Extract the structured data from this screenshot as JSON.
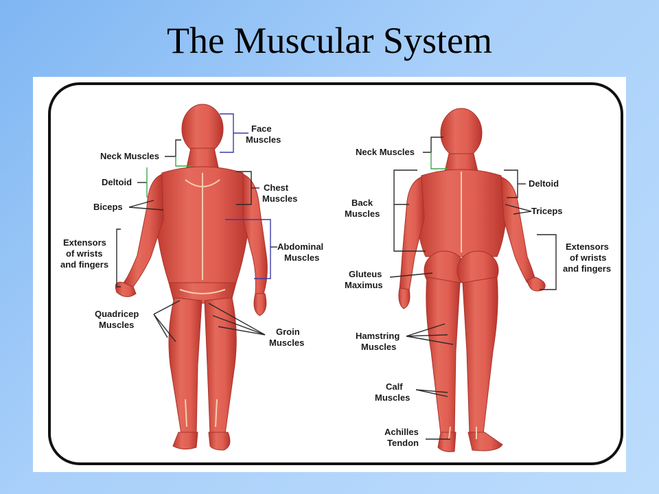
{
  "slide": {
    "title": "The Muscular System"
  },
  "front_labels": {
    "face_1": "Face",
    "face_2": "Muscles",
    "neck": "Neck Muscles",
    "deltoid": "Deltoid",
    "chest_1": "Chest",
    "chest_2": "Muscles",
    "biceps": "Biceps",
    "extensors_1": "Extensors",
    "extensors_2": "of wrists",
    "extensors_3": "and fingers",
    "abdominal_1": "Abdominal",
    "abdominal_2": "Muscles",
    "quadricep_1": "Quadricep",
    "quadricep_2": "Muscles",
    "groin_1": "Groin",
    "groin_2": "Muscles"
  },
  "back_labels": {
    "neck": "Neck Muscles",
    "deltoid": "Deltoid",
    "back_1": "Back",
    "back_2": "Muscles",
    "triceps": "Triceps",
    "extensors_1": "Extensors",
    "extensors_2": "of wrists",
    "extensors_3": "and fingers",
    "gluteus_1": "Gluteus",
    "gluteus_2": "Maximus",
    "hamstring_1": "Hamstring",
    "hamstring_2": "Muscles",
    "calf_1": "Calf",
    "calf_2": "Muscles",
    "achilles_1": "Achilles",
    "achilles_2": "Tendon"
  },
  "colors": {
    "muscle": "#d9534a",
    "muscle_dark": "#b8362f",
    "tendon": "#f2c9a8"
  }
}
